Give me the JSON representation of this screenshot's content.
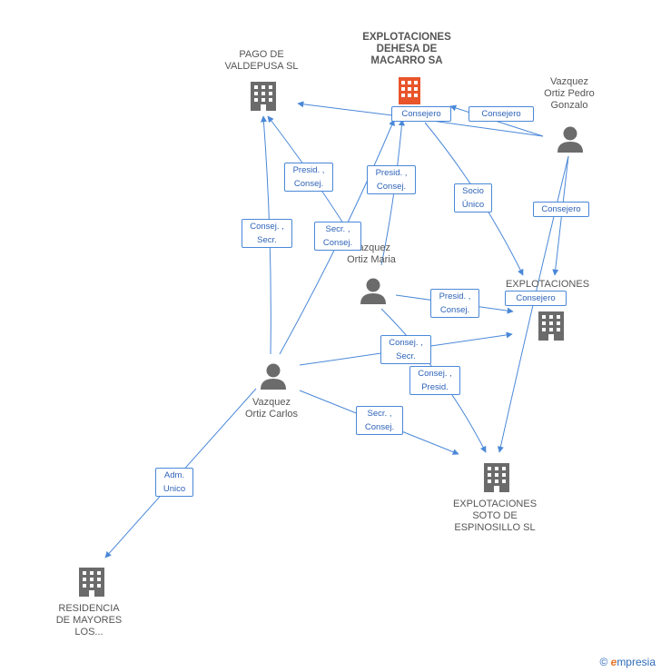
{
  "nodes": {
    "pago": "PAGO DE\nVALDEPUSA SL",
    "main": "EXPLOTACIONES\nDEHESA DE\nMACARRO SA",
    "pedro": "Vazquez\nOrtiz Pedro\nGonzalo",
    "maria": "Vazquez\nOrtiz Maria",
    "explot_sl": "EXPLOTACIONES\n...SL",
    "carlos": "Vazquez\nOrtiz Carlos",
    "soto": "EXPLOTACIONES\nSOTO DE\nESPINOSILLO SL",
    "residencia": "RESIDENCIA\nDE MAYORES\nLOS..."
  },
  "relations": {
    "r1": "Consejero",
    "r2": "Consejero",
    "r3": "Presid. ,\nConsej.",
    "r4": "Presid. ,\nConsej.",
    "r5": "Socio\nÚnico",
    "r6": "Consejero",
    "r7": "Consej. ,\nSecr.",
    "r8": "Secr. ,\nConsej.",
    "r9": "Presid. ,\nConsej.",
    "r10": "Consejero",
    "r11": "Consej. ,\nSecr.",
    "r12": "Consej. ,\nPresid.",
    "r13": "Secr. ,\nConsej.",
    "r14": "Adm.\nUnico"
  },
  "footer": {
    "copyright": "©",
    "brand_e": "e",
    "brand_rest": "mpresia"
  },
  "colors": {
    "edge": "#4a88d8",
    "main_building": "#e8552a",
    "building": "#6b6b6b",
    "person": "#6b6b6b"
  }
}
